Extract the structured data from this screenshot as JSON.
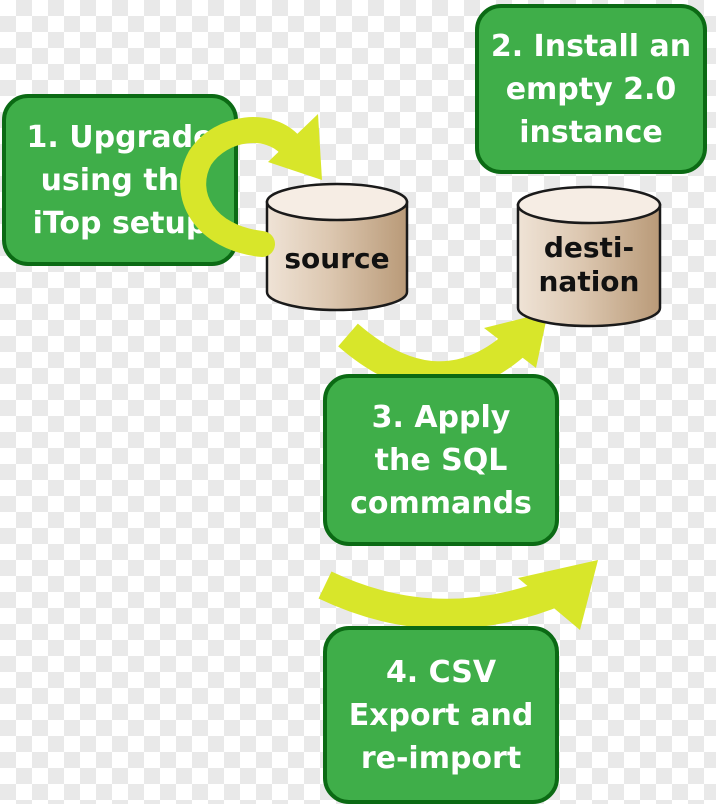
{
  "colors": {
    "box_fill": "#3fae49",
    "box_border": "#0b6a14",
    "arrow": "#d8e62a",
    "cylinder_top": "#f6ede4",
    "cylinder_body": "#c9ae8f",
    "cylinder_outline": "#1a1a1a"
  },
  "steps": [
    {
      "text": "1. Upgrade\nusing the\niTop setup"
    },
    {
      "text": "2. Install an\nempty 2.0\ninstance"
    },
    {
      "text": "3. Apply\nthe SQL\ncommands"
    },
    {
      "text": "4. CSV\nExport and\nre-import"
    }
  ],
  "databases": {
    "source": {
      "label": "source"
    },
    "destination": {
      "label": "desti-\nnation"
    }
  }
}
